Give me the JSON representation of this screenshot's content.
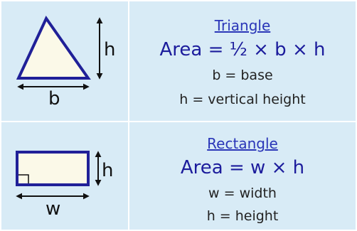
{
  "triangle": {
    "title": "Triangle",
    "formula": "Area = ½ × b × h",
    "definitions": [
      "b = base",
      "h = vertical height"
    ],
    "diagram": {
      "base_label": "b",
      "height_label": "h"
    }
  },
  "rectangle": {
    "title": "Rectangle",
    "formula": "Area = w × h",
    "definitions": [
      "w = width",
      "h = height"
    ],
    "diagram": {
      "width_label": "w",
      "height_label": "h"
    }
  },
  "colors": {
    "cell_background": "#d8ebf6",
    "shape_outline": "#202098",
    "shape_fill": "#fbf9e8",
    "title": "#2a36b8",
    "formula": "#1c1c9c",
    "text": "#222222"
  }
}
